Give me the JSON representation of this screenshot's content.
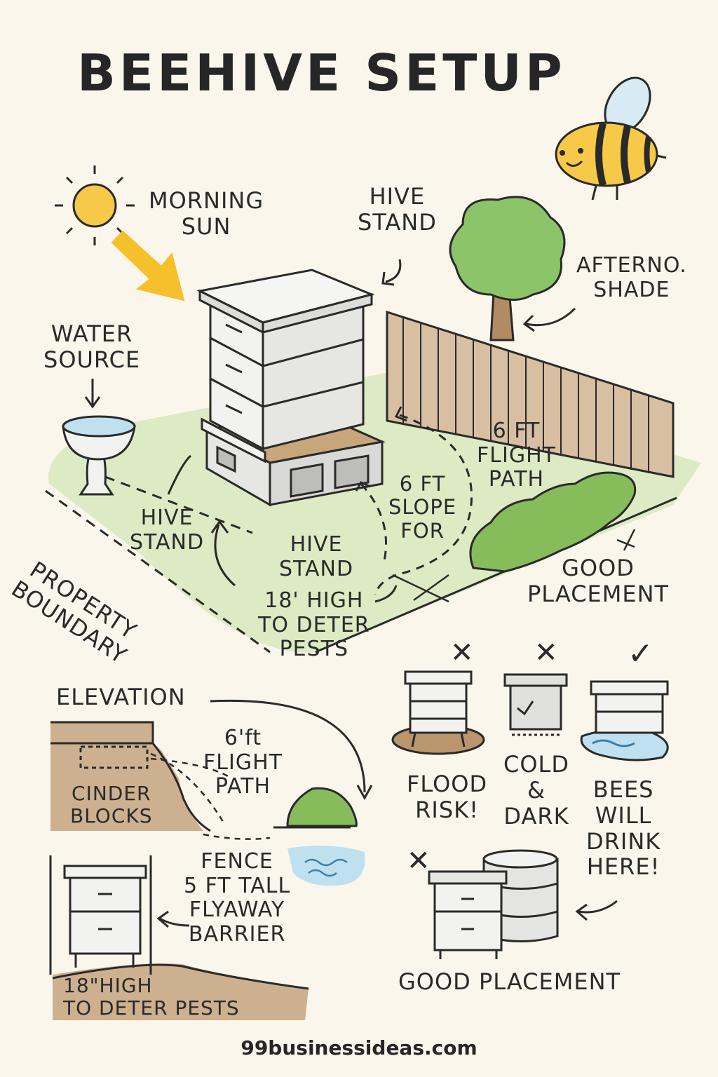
{
  "title": "BEEHIVE SETUP",
  "labels": {
    "morning_sun": "MORNING\nSUN",
    "hive_stand_top": "HIVE\nSTAND",
    "afternoon_shade": "AFTERNO.\nSHADE",
    "water_source": "WATER\nSOURCE",
    "flight_path_6ft": "6 FT\nFLIGHT\nPATH",
    "slope_6ft": "6 FT\nSLOPE\nFOR",
    "hive_stand_left": "HIVE\nSTAND",
    "hive_stand_center": "HIVE\nSTAND",
    "high_18_deter": "18' HIGH\nTO DETER\nPESTS",
    "property_boundary": "PROPERTY\nBOUNDARY",
    "good_placement_right": "GOOD\nPLACEMENT",
    "elevation": "ELEVATION",
    "cinder_blocks": "CINDER\nBLOCKS",
    "flight_path_small": "6'ft\nFLIGHT\nPATH",
    "fence_barrier": "FENCE\n5 FT TALL\nFLYAWAY\nBARRIER",
    "high_18_bottom": "18\"HIGH\nTO DETER PESTS",
    "flood_risk": "FLOOD\nRISK!",
    "cold_dark": "COLD\n&\nDARK",
    "bees_drink": "BEES\nWILL\nDRINK\nHERE!",
    "good_placement_bottom": "GOOD PLACEMENT"
  },
  "marks": {
    "bad": "✕",
    "good": "✓"
  },
  "footer": "99businessideas.com",
  "colors": {
    "background": "#fbf6ec",
    "grass": "#dcebc4",
    "fence": "#d8bfa2",
    "hive": "#f2f2f0",
    "sun": "#f7c948",
    "arrow_yellow": "#f6c02c",
    "water": "#bfe1ef",
    "bush": "#86bd5a",
    "soil": "#cdb08f",
    "ink": "#2a2a2a"
  }
}
